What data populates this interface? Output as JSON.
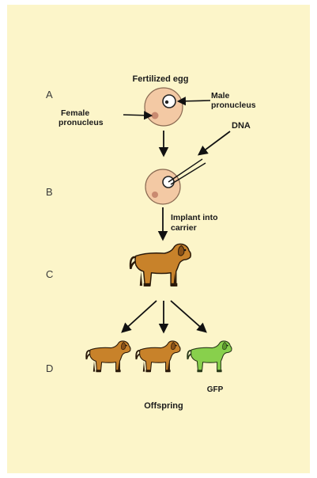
{
  "steps": [
    "A",
    "B",
    "C",
    "D"
  ],
  "labels": {
    "fertilized_egg": "Fertilized egg",
    "male_pronucleus_line1": "Male",
    "male_pronucleus_line2": "pronucleus",
    "female_pronucleus_line1": "Female",
    "female_pronucleus_line2": "pronucleus",
    "dna": "DNA",
    "implant_line1": "Implant into",
    "implant_line2": "carrier",
    "gfp": "GFP",
    "offspring": "Offspring"
  },
  "colors": {
    "background": "#fcf5c9",
    "egg": "#f3c9a4",
    "dog": "#c8822a",
    "gfp_dog": "#88d04c",
    "arrow": "#111111"
  }
}
